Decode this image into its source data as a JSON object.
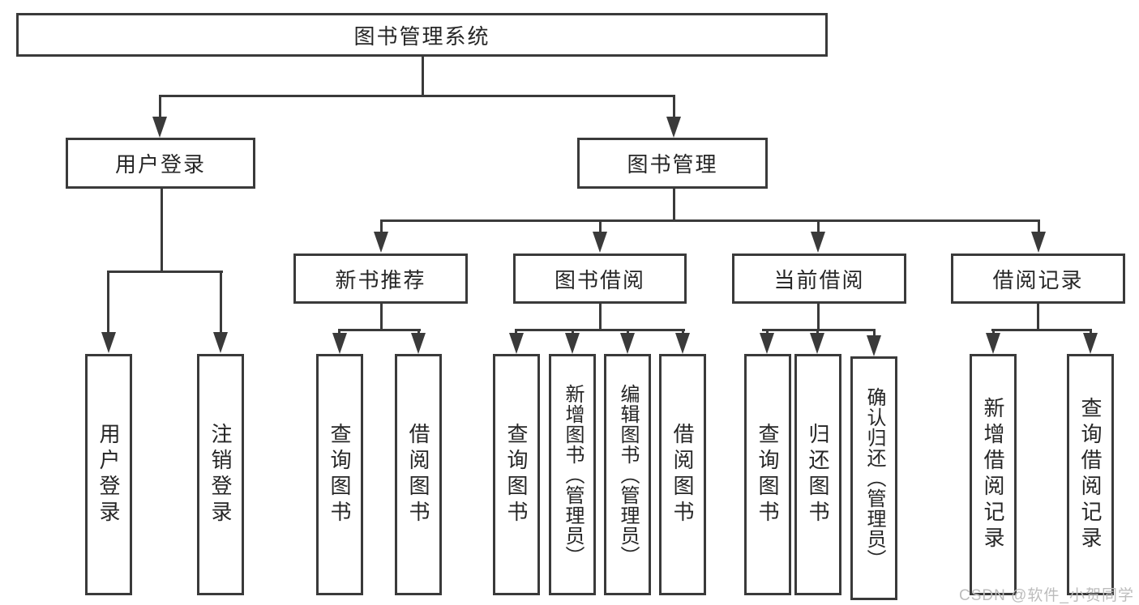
{
  "diagram": {
    "root": {
      "label": "图书管理系统"
    },
    "level2": {
      "user_login": {
        "label": "用户登录"
      },
      "book_management": {
        "label": "图书管理"
      }
    },
    "level3": {
      "new_book_recommend": {
        "label": "新书推荐"
      },
      "book_borrow": {
        "label": "图书借阅"
      },
      "current_borrow": {
        "label": "当前借阅"
      },
      "borrow_records": {
        "label": "借阅记录"
      }
    },
    "leaves": {
      "user_login_leaf": {
        "label": "用户登录"
      },
      "logout_leaf": {
        "label": "注销登录"
      },
      "recommend_query_books": {
        "label": "查询图书"
      },
      "recommend_borrow_books": {
        "label": "借阅图书"
      },
      "borrow_query_books": {
        "label": "查询图书"
      },
      "borrow_add_books": {
        "label": "新增图书（管理员）"
      },
      "borrow_edit_books": {
        "label": "编辑图书（管理员）"
      },
      "borrow_borrow_books": {
        "label": "借阅图书"
      },
      "current_query_books": {
        "label": "查询图书"
      },
      "current_return_books": {
        "label": "归还图书"
      },
      "current_confirm_return": {
        "label": "确认归还（管理员）"
      },
      "records_add_record": {
        "label": "新增借阅记录"
      },
      "records_query_record": {
        "label": "查询借阅记录"
      }
    },
    "watermark": "CSDN @软件_小贺同学",
    "colors": {
      "line": "#3a3a3a",
      "text": "#262626",
      "watermark": "#bcbcbc",
      "background": "#ffffff"
    }
  }
}
